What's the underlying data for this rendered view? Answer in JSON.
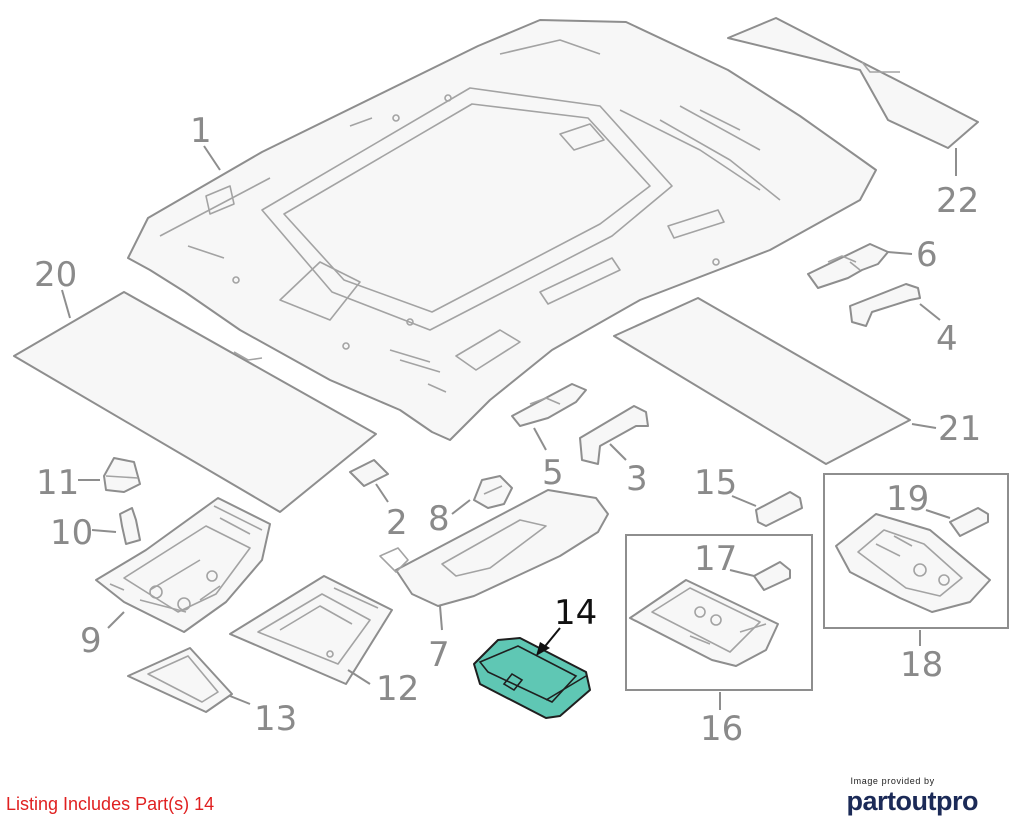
{
  "diagram": {
    "callouts": {
      "p1": "1",
      "p2": "2",
      "p3": "3",
      "p4": "4",
      "p5": "5",
      "p6": "6",
      "p7": "7",
      "p8": "8",
      "p9": "9",
      "p10": "10",
      "p11": "11",
      "p12": "12",
      "p13": "13",
      "p14": "14",
      "p15": "15",
      "p16": "16",
      "p17": "17",
      "p18": "18",
      "p19": "19",
      "p20": "20",
      "p21": "21",
      "p22": "22"
    },
    "highlight_color": "#5fc7b4",
    "highlighted_part": "14"
  },
  "footer": {
    "listing_text": "Listing Includes Part(s) 14",
    "listing_color": "#e02020",
    "credit_small": "Image provided by",
    "credit_brand": "partoutpro"
  }
}
